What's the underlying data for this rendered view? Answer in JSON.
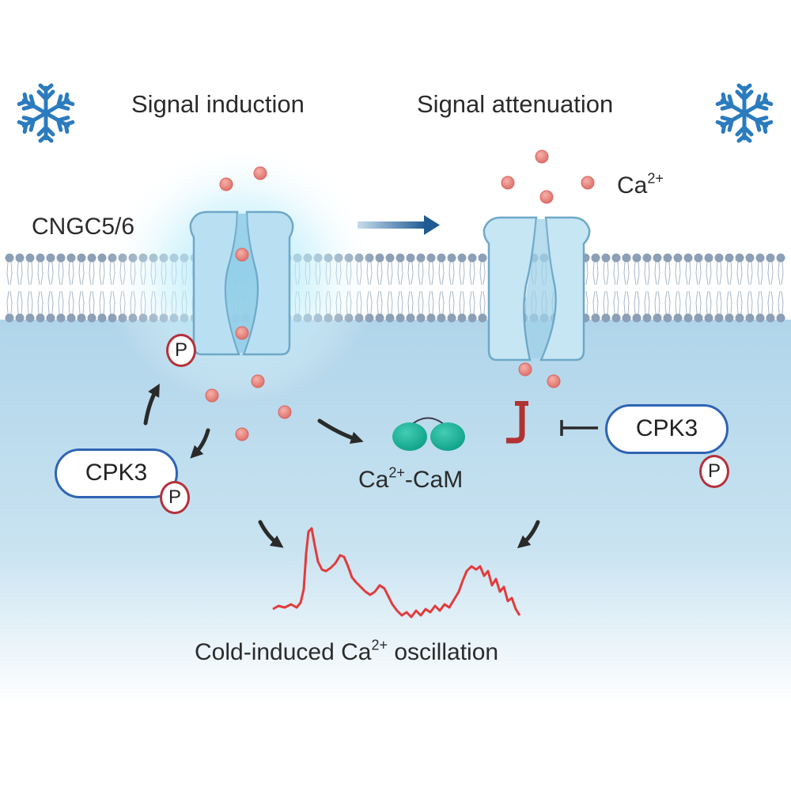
{
  "headers": {
    "induction": "Signal induction",
    "attenuation": "Signal attenuation"
  },
  "channel": {
    "name": "CNGC5/6"
  },
  "ion": {
    "base": "Ca",
    "charge": "2+"
  },
  "calmodulin": {
    "base": "Ca",
    "charge": "2+",
    "suffix": "-CaM"
  },
  "kinase": {
    "name": "CPK3",
    "phospho": "P"
  },
  "channel_phospho": "P",
  "oscillation": {
    "prefix": "Cold-induced Ca",
    "charge": "2+",
    "suffix": " oscillation"
  },
  "icons": [
    "snowflake-icon",
    "phosphate-icon"
  ],
  "colors": {
    "kinase_border": "#2f64b3",
    "phospho_border": "#b5303a",
    "ion": "#e88080",
    "calmodulin": "#1fb39a",
    "trace": "#e23b3b",
    "snowflake": "#2b7bbf",
    "channel": "#b9e0f2",
    "inhibitor": "#b23232"
  }
}
